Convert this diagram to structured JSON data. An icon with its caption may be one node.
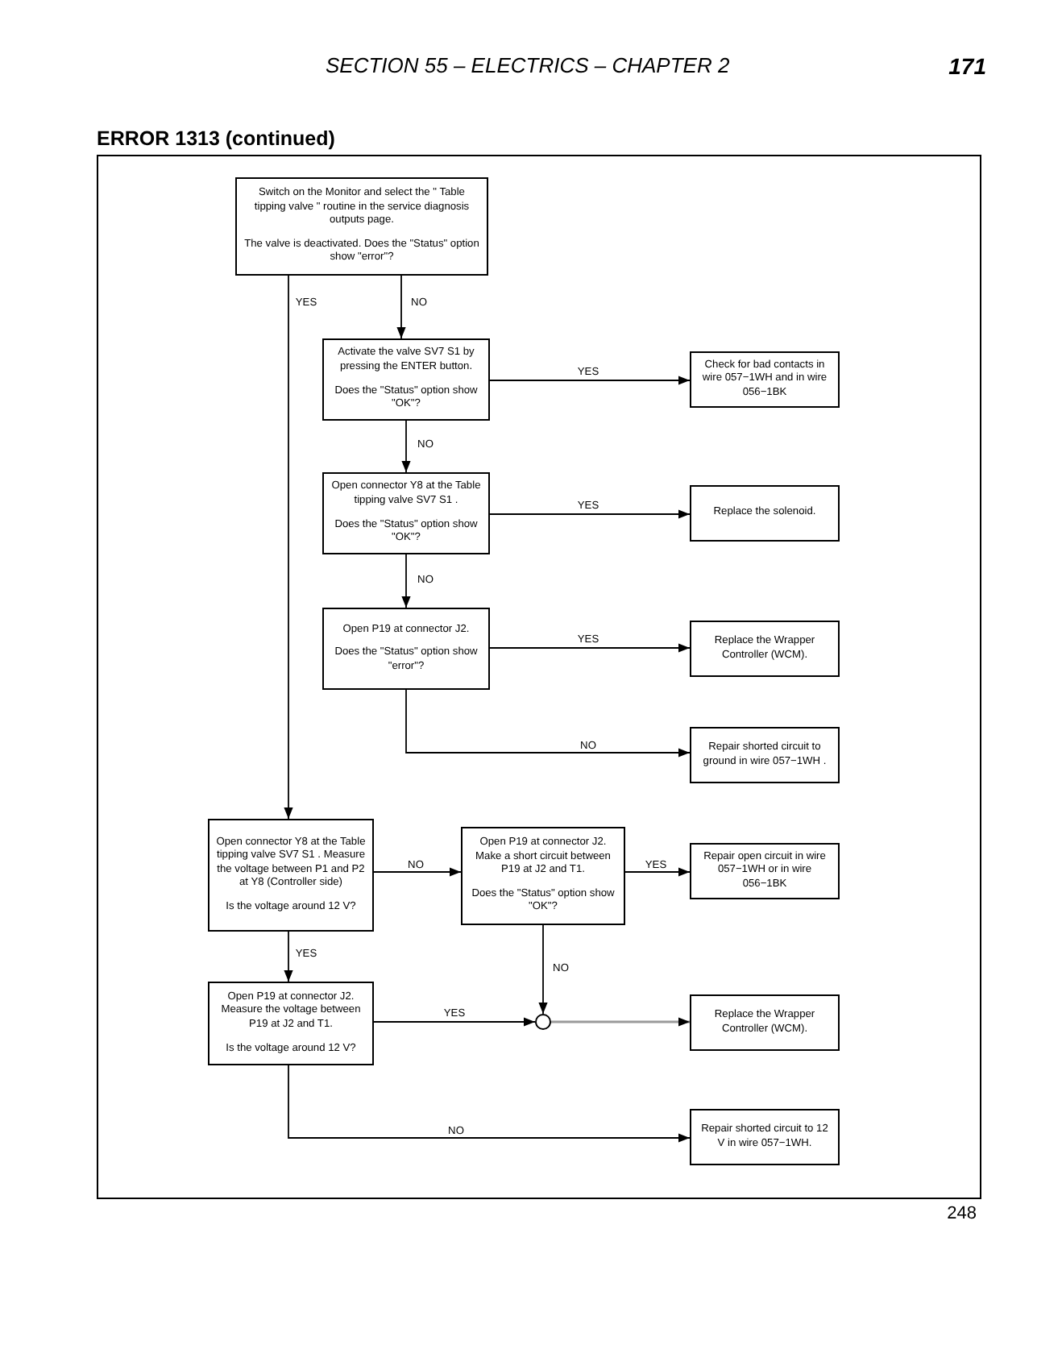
{
  "diagram": {
    "title": "ERROR 1313 (continued)",
    "nodes": [
      {
        "text": [
          "Switch on the Monitor and select the \" Table tipping valve \" routine in the service diagnosis outputs page.",
          "The valve is deactivated. Does the \"Status\" option show \"error\"?"
        ]
      },
      {
        "text": [
          "Activate the valve SV7 S1 by pressing the ENTER button.",
          "Does the \"Status\" option show \"OK\"?"
        ]
      },
      {
        "text": [
          "Check for bad contacts in wire 057−1WH and in wire 056−1BK"
        ]
      },
      {
        "text": [
          "Open connector Y8 at the Table tipping valve SV7 S1 .",
          "Does the \"Status\" option show \"OK\"?"
        ]
      },
      {
        "text": [
          "Replace the solenoid."
        ]
      },
      {
        "text": [
          "Open P19 at connector J2.",
          "Does the \"Status\" option show \"error\"?"
        ]
      },
      {
        "text": [
          "Replace the Wrapper Controller (WCM)."
        ]
      },
      {
        "text": [
          "Repair shorted circuit to ground in wire 057−1WH ."
        ]
      },
      {
        "text": [
          "Open connector Y8 at the Table tipping valve SV7 S1 . Measure the voltage between P1 and P2 at Y8 (Controller side)",
          "Is the voltage around 12 V?"
        ]
      },
      {
        "text": [
          "Open P19 at connector J2. Make a short circuit between P19 at J2 and T1.",
          "Does the \"Status\" option show \"OK\"?"
        ]
      },
      {
        "text": [
          "Repair open circuit in wire 057−1WH or in wire 056−1BK"
        ]
      },
      {
        "text": [
          "Open P19 at connector J2. Measure the voltage between P19 at J2 and T1.",
          "Is the voltage around 12 V?"
        ]
      },
      {
        "text": [],
        "shape": "circle"
      },
      {
        "text": [
          "Replace the Wrapper Controller (WCM)."
        ]
      },
      {
        "text": [
          "Repair shorted circuit to 12 V in wire 057−1WH."
        ]
      }
    ],
    "edges": [
      {
        "from": 0,
        "to": 1,
        "arrow": "to",
        "label": "NO"
      },
      {
        "from": 0,
        "to": 8,
        "arrow": "to",
        "label": "YES"
      },
      {
        "from": 1,
        "to": 2,
        "arrow": "to",
        "label": "YES"
      },
      {
        "from": 1,
        "to": 3,
        "arrow": "to",
        "label": "NO"
      },
      {
        "from": 3,
        "to": 4,
        "arrow": "to",
        "label": "YES"
      },
      {
        "from": 3,
        "to": 5,
        "arrow": "to",
        "label": "NO"
      },
      {
        "from": 5,
        "to": 6,
        "arrow": "to",
        "label": "YES"
      },
      {
        "from": 5,
        "to": 7,
        "arrow": "to",
        "label": "NO"
      },
      {
        "from": 8,
        "to": 9,
        "arrow": "to",
        "label": "NO"
      },
      {
        "from": 8,
        "to": 11,
        "arrow": "to",
        "label": "YES"
      },
      {
        "from": 9,
        "to": 10,
        "arrow": "to",
        "label": "YES"
      },
      {
        "from": 9,
        "to": 12,
        "arrow": "to",
        "label": "NO"
      },
      {
        "from": 11,
        "to": 12,
        "arrow": "to",
        "label": "YES"
      },
      {
        "from": 12,
        "to": 13,
        "arrow": "to",
        "color": "#9a9a9a"
      },
      {
        "from": 11,
        "to": 14,
        "arrow": "to",
        "label": "NO"
      }
    ],
    "labels": [
      "SECTION 55 – ELECTRICS – CHAPTER 2",
      "171",
      "248"
    ]
  }
}
